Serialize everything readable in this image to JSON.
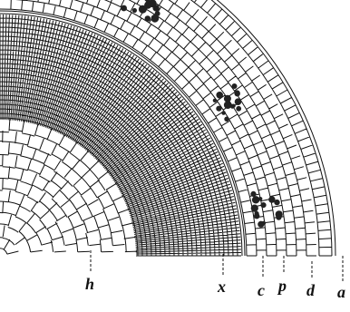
{
  "figure": {
    "labels": {
      "h": "h",
      "x": "x",
      "c": "c",
      "p": "p",
      "d": "d",
      "a": "a"
    }
  }
}
